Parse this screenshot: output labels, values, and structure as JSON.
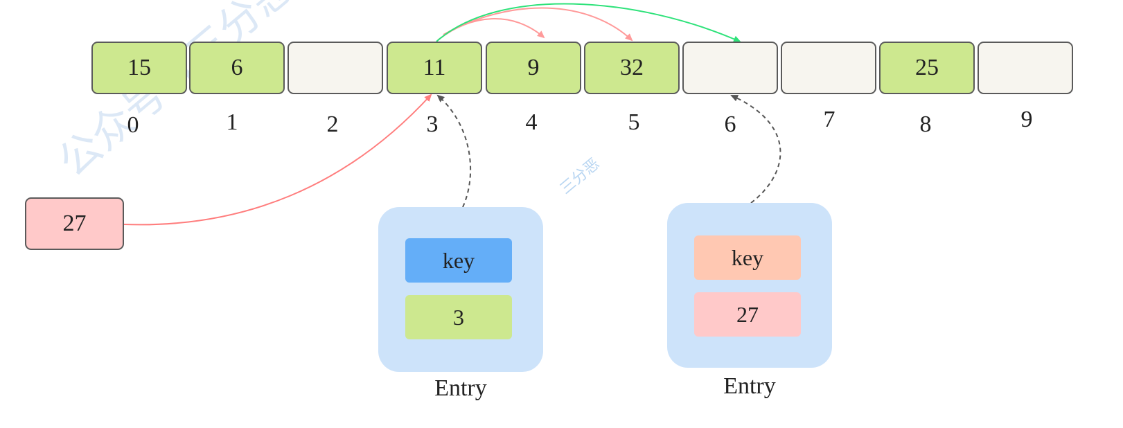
{
  "array": {
    "cells": [
      {
        "value": "15",
        "fill": "#cde88f"
      },
      {
        "value": "6",
        "fill": "#cde88f"
      },
      {
        "value": "",
        "fill": "#f7f5ef"
      },
      {
        "value": "11",
        "fill": "#cde88f"
      },
      {
        "value": "9",
        "fill": "#cde88f"
      },
      {
        "value": "32",
        "fill": "#cde88f"
      },
      {
        "value": "",
        "fill": "#f7f5ef"
      },
      {
        "value": "",
        "fill": "#f7f5ef"
      },
      {
        "value": "25",
        "fill": "#cde88f"
      },
      {
        "value": "",
        "fill": "#f7f5ef"
      }
    ],
    "indices": [
      "0",
      "1",
      "2",
      "3",
      "4",
      "5",
      "6",
      "7",
      "8",
      "9"
    ]
  },
  "incoming": {
    "value": "27",
    "fill": "#ffc9c9"
  },
  "entries": [
    {
      "key_label": "key",
      "key_fill": "#64aef8",
      "value": "3",
      "value_fill": "#cde88f",
      "label": "Entry"
    },
    {
      "key_label": "key",
      "key_fill": "#ffc8b2",
      "value": "27",
      "value_fill": "#ffc9c9",
      "label": "Entry"
    }
  ],
  "watermark": {
    "text": "公众号【三分恶】",
    "badge": "三分恶"
  },
  "colors": {
    "entry_bg": "#cde3fa",
    "insert_arrow": "#ff7d7d",
    "probe_arrow": "#ff9a9a",
    "final_arrow": "#2ee27a",
    "pointer_arrow": "#555555"
  }
}
